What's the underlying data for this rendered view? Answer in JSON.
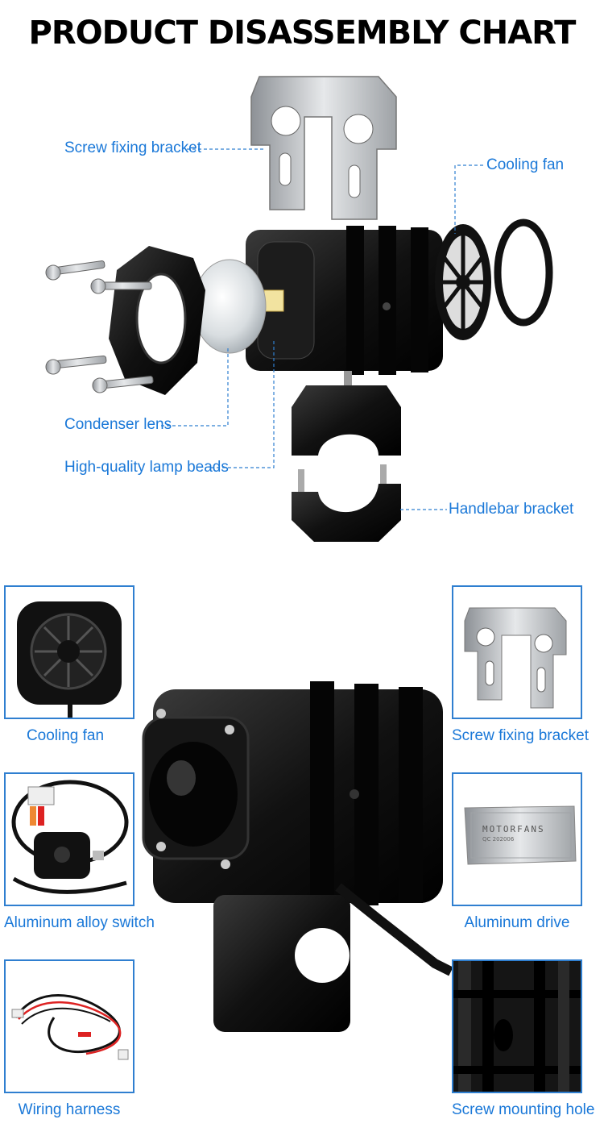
{
  "title": "PRODUCT DISASSEMBLY CHART",
  "diagram_labels": {
    "screw_fixing_bracket": "Screw fixing bracket",
    "cooling_fan": "Cooling fan",
    "condenser_lens": "Condenser lens",
    "lamp_beads": "High-quality lamp beads",
    "handlebar_bracket": "Handlebar bracket"
  },
  "parts": [
    {
      "caption": "Cooling fan"
    },
    {
      "caption": "Aluminum alloy switch"
    },
    {
      "caption": "Wiring harness"
    },
    {
      "caption": "Screw fixing bracket"
    },
    {
      "caption": "Aluminum drive"
    },
    {
      "caption": "Screw mounting hole"
    }
  ],
  "driver_box": {
    "brand": "MOTORFANS",
    "code": "QC 202006"
  },
  "colors": {
    "accent": "#1a78d8",
    "border": "#2f7fd0",
    "body": "#111111",
    "metal": "#b9bcbf"
  }
}
